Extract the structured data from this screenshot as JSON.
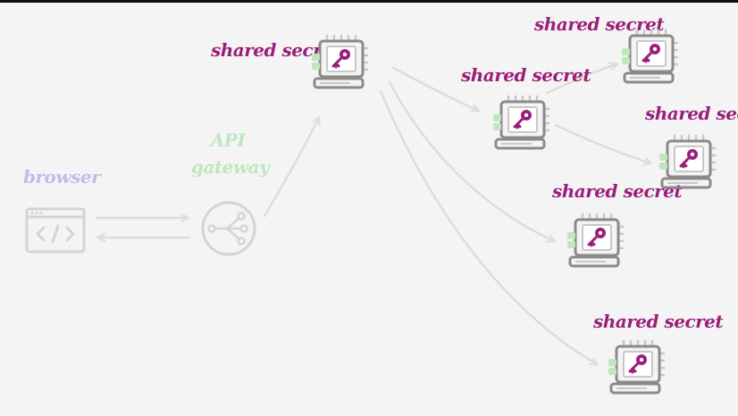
{
  "colors": {
    "background": "#f4f4f4",
    "secret_label": "#9a1f7a",
    "chip_key": "#9a1f7a",
    "chip_body": "#8a8a8a",
    "arrow": "#dcdcdc",
    "browser_label": "#bdbde6",
    "gateway_label": "#bfe6bf",
    "faded_icon": "#cfcfcf"
  },
  "browser": {
    "label": "browser",
    "icon": "code-window-icon"
  },
  "gateway": {
    "line1": "API",
    "line2": "gateway",
    "icon": "network-hub-icon"
  },
  "services": [
    {
      "label": "shared secret",
      "icon": "key-chip-icon"
    },
    {
      "label": "shared secret",
      "icon": "key-chip-icon"
    },
    {
      "label": "shared secret",
      "icon": "key-chip-icon"
    },
    {
      "label": "shared secret",
      "icon": "key-chip-icon"
    },
    {
      "label": "shared secret",
      "icon": "key-chip-icon"
    },
    {
      "label": "shared secret",
      "icon": "key-chip-icon"
    }
  ]
}
